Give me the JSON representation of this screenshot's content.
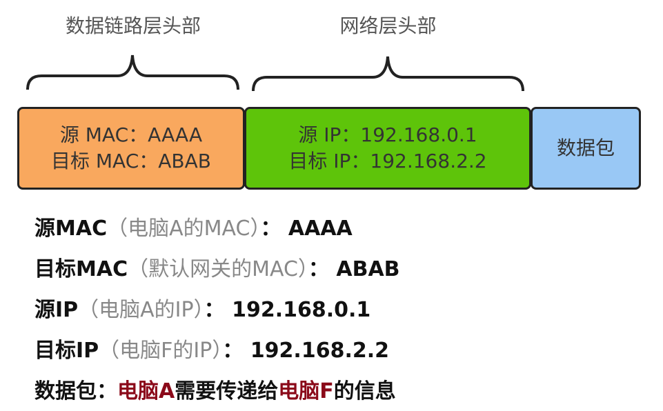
{
  "header_labels": {
    "datalink": "数据链路层头部",
    "network": "网络层头部"
  },
  "boxes": {
    "mac": {
      "src": "源 MAC：AAAA",
      "dst": "目标 MAC：ABAB",
      "color": "#f9a85e"
    },
    "ip": {
      "src": "源 IP：192.168.0.1",
      "dst": "目标 IP：192.168.2.2",
      "color": "#5ec40a"
    },
    "payload": {
      "label": "数据包",
      "color": "#99c8f5"
    }
  },
  "lines": [
    {
      "key": "源MAC",
      "note": "（电脑A的MAC）",
      "sep": "：",
      "value": "AAAA"
    },
    {
      "key": "目标MAC",
      "note": "（默认网关的MAC）",
      "sep": "：",
      "value": "ABAB"
    },
    {
      "key": "源IP",
      "note": "（电脑A的IP）",
      "sep": "：",
      "value": "192.168.0.1"
    },
    {
      "key": "目标IP",
      "note": "（电脑F的IP）",
      "sep": "：",
      "value": "192.168.2.2"
    }
  ],
  "payload_line": {
    "key": "数据包：",
    "p1": "电脑A",
    "p2": "需要传递给",
    "p3": "电脑F",
    "p4": "的信息",
    "highlight": "#8b0a1a"
  }
}
